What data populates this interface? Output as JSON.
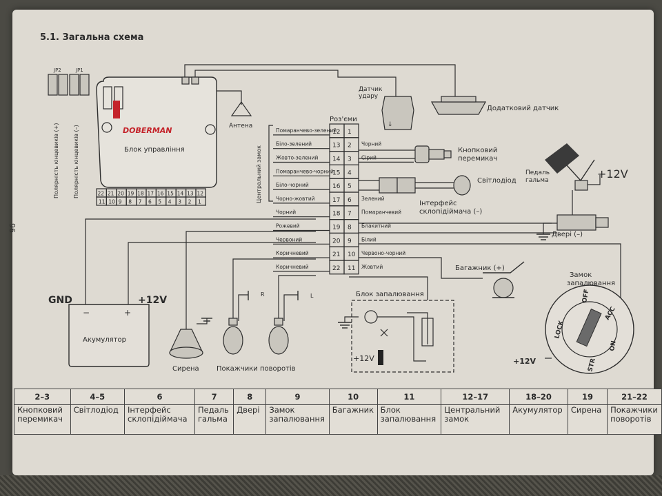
{
  "title": "5.1. Загальна схема",
  "page_number": "96",
  "brand": "DOBERMAN",
  "control_unit_label": "Блок управління",
  "jumpers": [
    "JP2",
    "JP1"
  ],
  "jumper_labels": [
    "Полярність кінцевиків (+)",
    "Полярність кінцевиків (–)"
  ],
  "unit_pins_top": [
    "22",
    "21",
    "20",
    "19",
    "18",
    "17",
    "16",
    "15",
    "14",
    "13",
    "12"
  ],
  "unit_pins_bottom": [
    "11",
    "10",
    "9",
    "8",
    "7",
    "6",
    "5",
    "4",
    "3",
    "2",
    "1"
  ],
  "antenna_label": "Антена",
  "connector_title": "Роз'єми",
  "central_lock_label": "Центральний замок",
  "left_wires": [
    {
      "pin_left": "12",
      "pin_right": "1",
      "left": "Помаранчево-зелений",
      "right": ""
    },
    {
      "pin_left": "13",
      "pin_right": "2",
      "left": "Біло-зелений",
      "right": "Чорний"
    },
    {
      "pin_left": "14",
      "pin_right": "3",
      "left": "Жовто-зелений",
      "right": "Сірий"
    },
    {
      "pin_left": "15",
      "pin_right": "4",
      "left": "Помаранчево-чорний",
      "right": ""
    },
    {
      "pin_left": "16",
      "pin_right": "5",
      "left": "Біло-чорний",
      "right": ""
    },
    {
      "pin_left": "17",
      "pin_right": "6",
      "left": "Чорно-жовтий",
      "right": "Зелений"
    },
    {
      "pin_left": "18",
      "pin_right": "7",
      "left": "Чорний",
      "right": "Помаранчевий"
    },
    {
      "pin_left": "19",
      "pin_right": "8",
      "left": "Рожевий",
      "right": "Блакитний"
    },
    {
      "pin_left": "20",
      "pin_right": "9",
      "left": "Червоний",
      "right": "Білий"
    },
    {
      "pin_left": "21",
      "pin_right": "10",
      "left": "Коричневий",
      "right": "Червоно-чорний"
    },
    {
      "pin_left": "22",
      "pin_right": "11",
      "left": "Коричневий",
      "right": "Жовтий"
    }
  ],
  "components": {
    "shock_sensor": "Датчик удару",
    "extra_sensor": "Додатковий датчик",
    "button_switch": "Кнопковий перемикач",
    "led": "Світлодіод",
    "brake_pedal": "Педаль гальма",
    "plus12v": "+12V",
    "window_interface": "Інтерфейс склопідіймача (–)",
    "doors": "Двері (–)",
    "trunk": "Багажник (+)",
    "ignition_lock": "Замок запалювання",
    "ignition_block": "Блок запалювання",
    "battery": "Акумулятор",
    "gnd": "GND",
    "siren": "Сирена",
    "turn_signals": "Покажчики поворотів",
    "turn_r": "R",
    "turn_l": "L",
    "lock_positions": [
      "LOCK",
      "OFF",
      "ACC",
      "ON",
      "STR"
    ]
  },
  "legend": {
    "pins": [
      "2–3",
      "4–5",
      "6",
      "7",
      "8",
      "9",
      "10",
      "11",
      "12–17",
      "18–20",
      "19",
      "21–22"
    ],
    "labels": [
      "Кнопковий перемикач",
      "Світлодіод",
      "Інтерфейс склопідіймача",
      "Педаль гальма",
      "Двері",
      "Замок запалювання",
      "Багажник",
      "Блок запалювання",
      "Центральний замок",
      "Акумулятор",
      "Сирена",
      "Покажчики поворотів"
    ]
  }
}
